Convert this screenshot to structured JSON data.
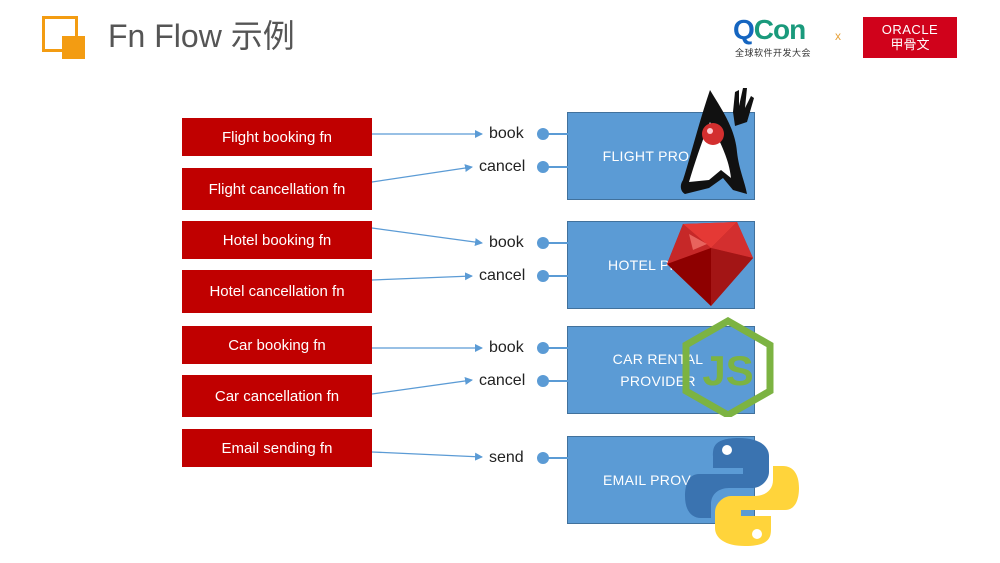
{
  "header": {
    "title": "Fn Flow 示例",
    "qcon_word": "QCon",
    "qcon_sub": "全球软件开发大会",
    "times": "x",
    "oracle_line1": "ORACLE",
    "oracle_line2": "甲骨文"
  },
  "functions": [
    {
      "label": "Flight booking fn"
    },
    {
      "label": "Flight cancellation fn"
    },
    {
      "label": "Hotel booking fn"
    },
    {
      "label": "Hotel cancellation fn"
    },
    {
      "label": "Car booking fn"
    },
    {
      "label": "Car cancellation fn"
    },
    {
      "label": "Email sending fn"
    }
  ],
  "ports": [
    {
      "label": "book"
    },
    {
      "label": "cancel"
    },
    {
      "label": "book"
    },
    {
      "label": "cancel"
    },
    {
      "label": "book"
    },
    {
      "label": "cancel"
    },
    {
      "label": "send"
    }
  ],
  "providers": [
    {
      "label": "FLIGHT PRO",
      "logo": "java-duke-icon"
    },
    {
      "label": "HOTEL PR",
      "logo": "ruby-gem-icon"
    },
    {
      "label_line1": "CAR RENTAL",
      "label_line2": "PROVIDER",
      "logo": "nodejs-icon"
    },
    {
      "label": "EMAIL PROV",
      "logo": "python-icon"
    }
  ],
  "colors": {
    "function_box": "#c00000",
    "provider_box": "#5b9bd5",
    "arrow": "#5b9bd5",
    "accent": "#f39c12"
  }
}
